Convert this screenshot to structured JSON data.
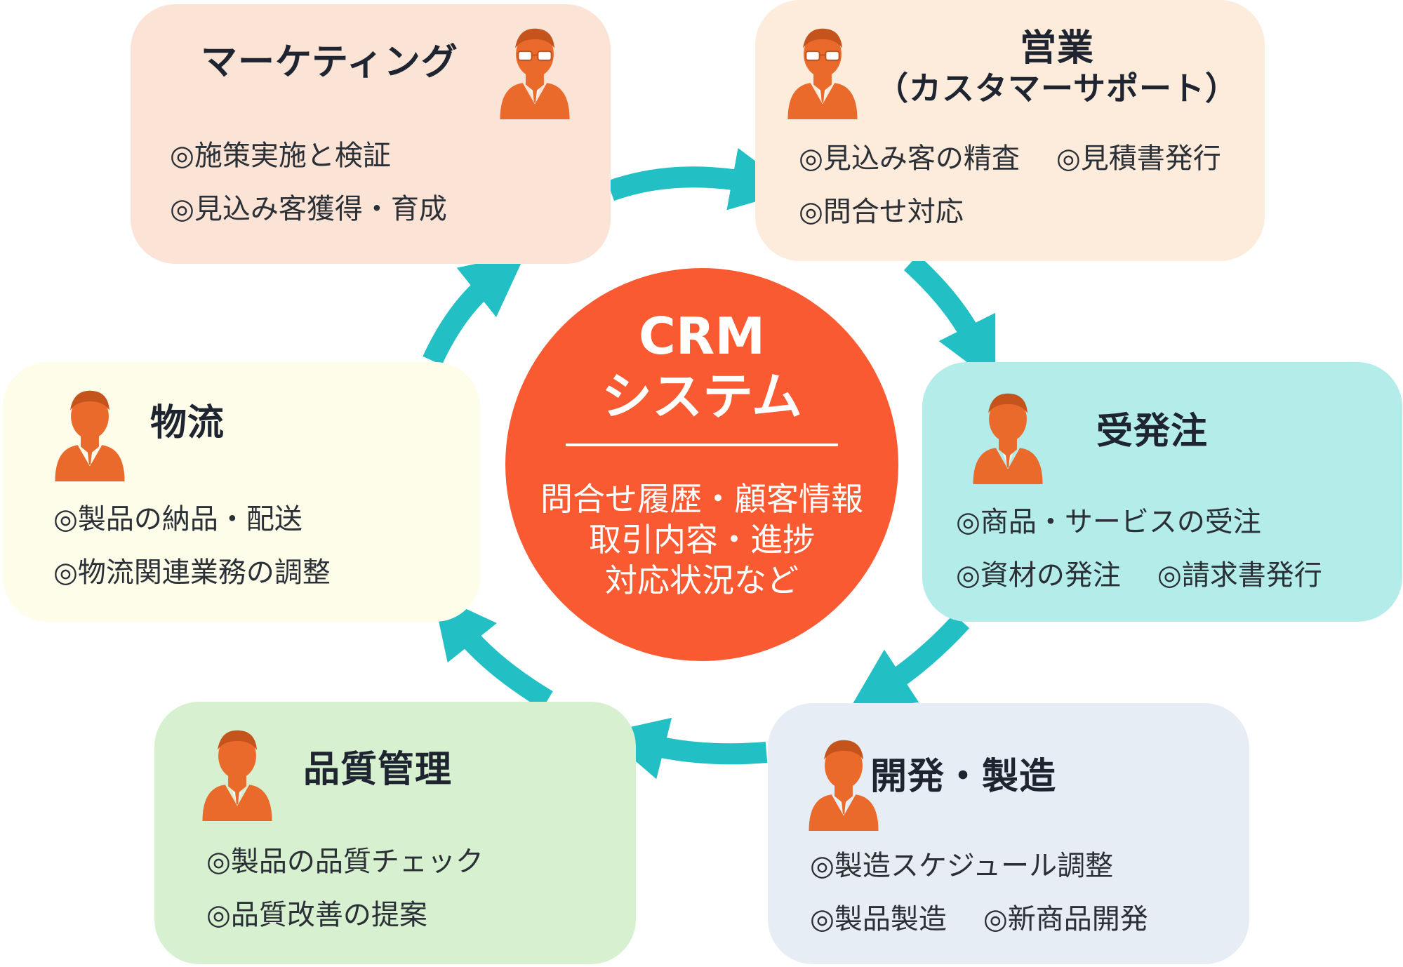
{
  "colors": {
    "arrow": "#22bfc4",
    "hub": "#fa5a31",
    "person_icon": "#ea6a2b",
    "marketing_bg": "#fbe3d6",
    "sales_bg": "#fdebdb",
    "order_bg": "#b3ece9",
    "dev_bg": "#e6edf5",
    "quality_bg": "#d7f0cf",
    "logistics_bg": "#fdfde9"
  },
  "hub": {
    "title_line1": "CRM",
    "title_line2": "システム",
    "body": [
      "問合せ履歴・顧客情報",
      "取引内容・進捗",
      "対応状況など"
    ]
  },
  "departments": {
    "marketing": {
      "title": "マーケティング",
      "icon": "person-glasses-icon",
      "items": [
        [
          "◎施策実施と検証"
        ],
        [
          "◎見込み客獲得・育成"
        ]
      ]
    },
    "sales": {
      "title_line1": "営業",
      "title_line2": "（カスタマーサポート）",
      "icon": "person-glasses-icon",
      "items": [
        [
          "◎見込み客の精査",
          "◎見積書発行"
        ],
        [
          "◎問合せ対応"
        ]
      ]
    },
    "order": {
      "title": "受発注",
      "icon": "person-icon",
      "items": [
        [
          "◎商品・サービスの受注"
        ],
        [
          "◎資材の発注",
          "◎請求書発行"
        ]
      ]
    },
    "dev": {
      "title": "開発・製造",
      "icon": "person-icon",
      "items": [
        [
          "◎製造スケジュール調整"
        ],
        [
          "◎製品製造",
          "◎新商品開発"
        ]
      ]
    },
    "quality": {
      "title": "品質管理",
      "icon": "person-icon",
      "items": [
        [
          "◎製品の品質チェック"
        ],
        [
          "◎品質改善の提案"
        ]
      ]
    },
    "logistics": {
      "title": "物流",
      "icon": "person-icon",
      "items": [
        [
          "◎製品の納品・配送"
        ],
        [
          "◎物流関連業務の調整"
        ]
      ]
    }
  }
}
